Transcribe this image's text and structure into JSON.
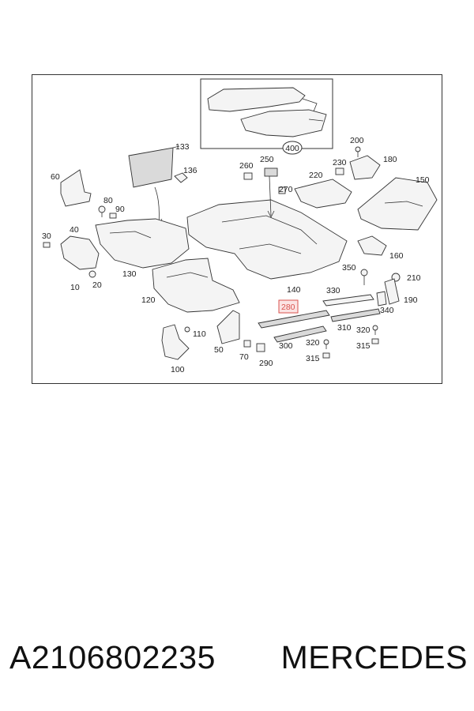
{
  "diagram": {
    "callouts": {
      "c400": "400",
      "c133": "133",
      "c136": "136",
      "c60": "60",
      "c80": "80",
      "c90": "90",
      "c30": "30",
      "c40": "40",
      "c10": "10",
      "c20": "20",
      "c130": "130",
      "c120": "120",
      "c110": "110",
      "c50": "50",
      "c100": "100",
      "c70": "70",
      "c290": "290",
      "c260": "260",
      "c250": "250",
      "c270": "270",
      "c220": "220",
      "c230": "230",
      "c200": "200",
      "c180": "180",
      "c150": "150",
      "c160": "160",
      "c140": "140",
      "c350": "350",
      "c210": "210",
      "c330": "330",
      "c190": "190",
      "c340": "340",
      "c280": "280",
      "c310": "310",
      "c320a": "320",
      "c320b": "320",
      "c300": "300",
      "c315a": "315",
      "c315b": "315"
    },
    "highlight_color": "#d9534f",
    "highlighted_callout": "280"
  },
  "footer": {
    "part_number": "A2106802235",
    "brand": "MERCEDES"
  }
}
